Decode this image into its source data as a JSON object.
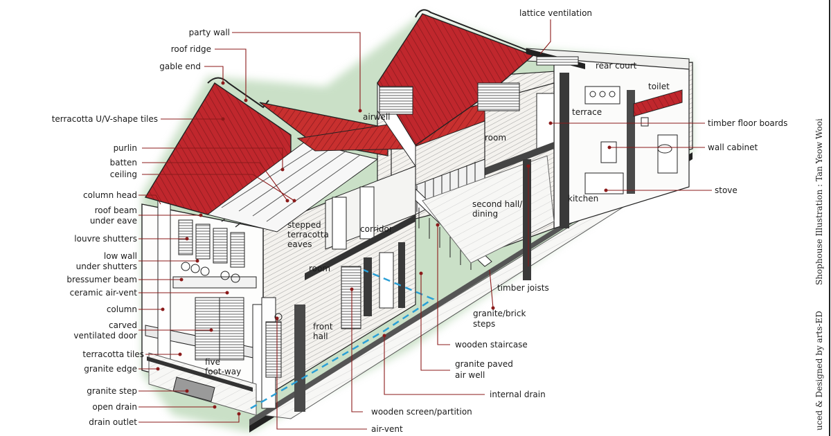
{
  "labels": {
    "party_wall": "party wall",
    "roof_ridge": "roof ridge",
    "gable_end": "gable end",
    "terracotta_tiles_roof": "terracotta U/V-shape tiles",
    "purlin": "purlin",
    "batten": "batten",
    "ceiling": "ceiling",
    "column_head": "column head",
    "roof_beam": "roof beam",
    "under_eave": "under eave",
    "louvre_shutters": "louvre shutters",
    "low_wall": "low wall",
    "under_shutters": "under shutters",
    "bressumer_beam": "bressumer beam",
    "ceramic_air_vent": "ceramic air-vent",
    "column": "column",
    "carved": "carved",
    "ventilated_door": "ventilated door",
    "terracotta_tiles": "terracotta tiles",
    "granite_edge": "granite edge",
    "granite_step": "granite step",
    "open_drain": "open drain",
    "drain_outlet": "drain outlet",
    "lattice_ventilation": "lattice ventilation",
    "rear_court": "rear court",
    "toilet": "toilet",
    "timber_floor_boards": "timber floor boards",
    "wall_cabinet": "wall cabinet",
    "stove": "stove",
    "timber_joists": "timber joists",
    "granite_brick": "granite/brick",
    "steps": "steps",
    "wooden_staircase": "wooden staircase",
    "granite_paved": "granite paved",
    "air_well_right": "air well",
    "internal_drain": "internal drain",
    "wooden_screen": "wooden screen/partition",
    "air_vent_bottom": "air-vent"
  },
  "inline_labels": {
    "airwell": "airwell",
    "room_upper": "room",
    "terrace": "terrace",
    "kitchen": "kitchen",
    "second_hall": "second hall/",
    "dining": "dining",
    "corridor": "corridor",
    "stepped": "stepped",
    "terracotta": "terracotta",
    "eaves": "eaves",
    "room_lower": "room",
    "front": "front",
    "hall": "hall",
    "five": "five",
    "foot_way": "foot-way"
  },
  "credits": {
    "illustration": "Shophouse Illustration : Tan Yeow Wooi",
    "produced": "uced & Designed by arts-ED"
  },
  "colors": {
    "leader": "#8b1a1a",
    "roof_tile": "#c0272d",
    "roof_tile_dark": "#8e1b1f",
    "ink": "#1a1a1a",
    "drain_dash": "#2a9fd6"
  }
}
